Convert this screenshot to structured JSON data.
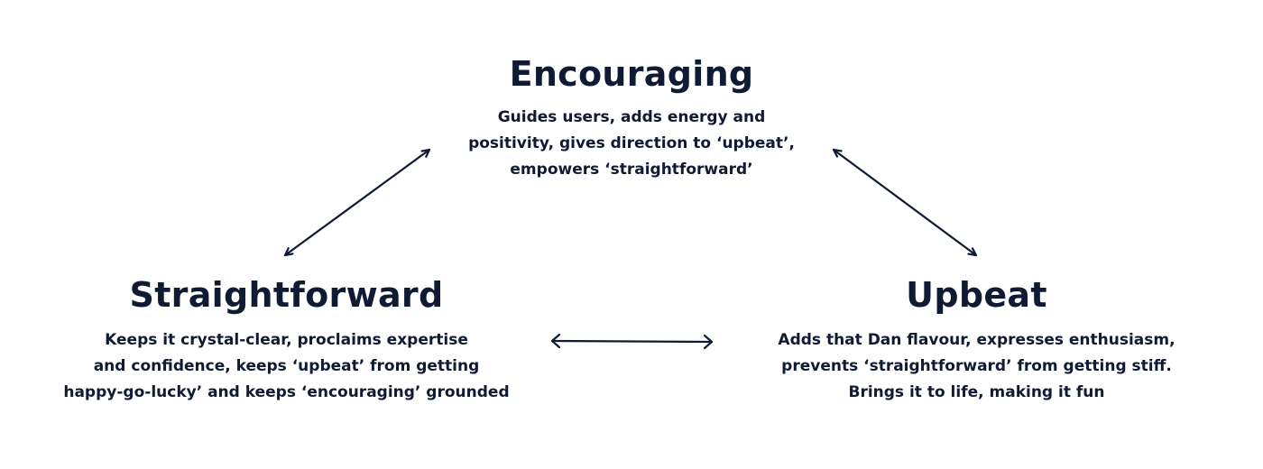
{
  "nodes": {
    "encouraging": {
      "title": "Encouraging",
      "lines": [
        "Guides users, adds energy and",
        "positivity, gives direction to ‘upbeat’,",
        "empowers ‘straightforward’"
      ]
    },
    "straightforward": {
      "title": "Straightforward",
      "lines": [
        "Keeps it crystal-clear, proclaims expertise",
        "and confidence, keeps ‘upbeat’ from getting",
        "happy-go-lucky’ and keeps ‘encouraging’ grounded"
      ]
    },
    "upbeat": {
      "title": "Upbeat",
      "lines": [
        "Adds that Dan flavour, expresses enthusiasm,",
        "prevents ‘straightforward’ from getting stiff.",
        "Brings it to life, making it fun"
      ]
    }
  },
  "colors": {
    "text": "#0f1a33",
    "arrow": "#0f1a33",
    "background": "#ffffff"
  },
  "icons": {
    "arrow": "double-headed-arrow-icon"
  }
}
